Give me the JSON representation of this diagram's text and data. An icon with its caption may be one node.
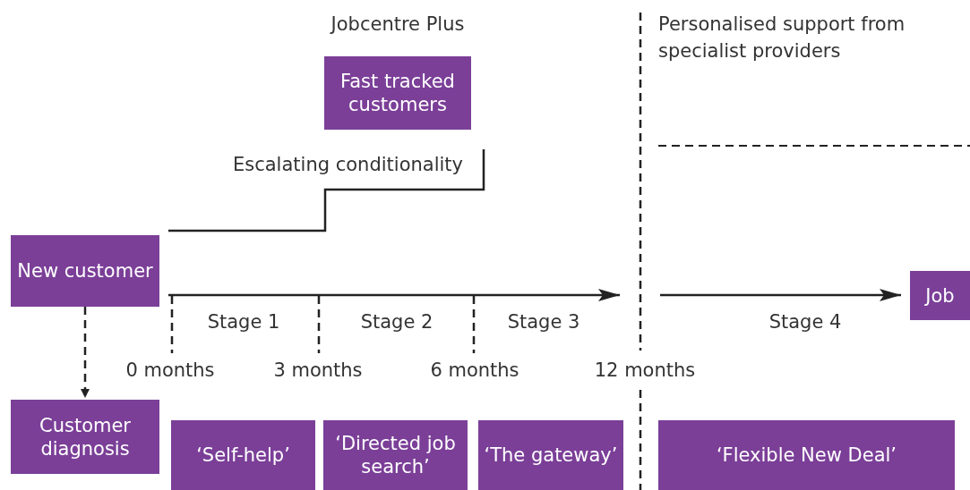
{
  "diagram": {
    "nodes": [
      {
        "text": [
          "Fast tracked customers"
        ]
      },
      {
        "text": [
          "New customer"
        ]
      },
      {
        "text": [
          "Job"
        ]
      },
      {
        "text": [
          "Customer diagnosis"
        ]
      },
      {
        "text": [
          "‘Self-help’"
        ]
      },
      {
        "text": [
          "‘Directed job search’"
        ]
      },
      {
        "text": [
          "‘The gateway’"
        ]
      },
      {
        "text": [
          "‘Flexible New Deal’"
        ]
      }
    ],
    "edges": [
      {
        "from": 1,
        "to": 3,
        "arrow": "to",
        "style": "dashed"
      },
      {
        "from": 1,
        "to": null,
        "arrow": "to"
      },
      {
        "from": null,
        "to": 2,
        "arrow": "to"
      }
    ],
    "labels": [
      "Jobcentre Plus",
      "Personalised support from specialist providers",
      "Escalating conditionality",
      "Stage 1",
      "Stage 2",
      "Stage 3",
      "Stage 4",
      "0 months",
      "3 months",
      "6 months",
      "12 months"
    ]
  }
}
